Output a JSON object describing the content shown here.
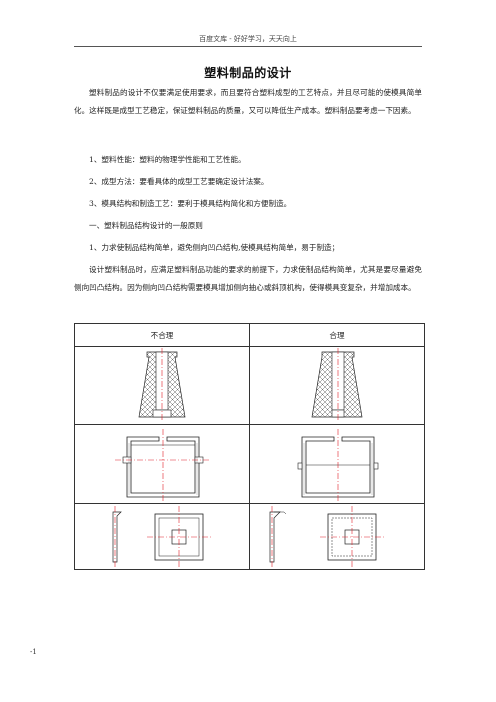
{
  "header": {
    "text": "百度文库 - 好好学习，天天向上"
  },
  "title": "塑料制品的设计",
  "paragraphs": {
    "p1": "塑料制品的设计不仅要满足使用要求，而且要符合塑料成型的工艺特点，并且尽可能的使模具简单化。这样既是成型工艺稳定，保证塑料制品的质量，又可以降低生产成本。塑料制品要考虑一下因素。",
    "p2": "1、塑料性能：塑料的物理学性能和工艺性能。",
    "p3": "2、成型方法：要看具体的成型工艺要确定设计法案。",
    "p4": "3、模具结构和制造工艺：要利于模具结构简化和方便制造。",
    "p5": "一、塑料制品结构设计的一般原则",
    "p6": "1、力求使制品结构简单，避免侧向凹凸结构,使模具结构简单，易于制造；",
    "p7": "设计塑料制品时，应满足塑料制品功能的要求的前提下，力求使制品结构简单，尤其是要尽量避免侧向凹凸结构。因为侧向凹凸结构需要模具增加侧向抽心或斜顶机构，使得模具变复杂，并增加成本。"
  },
  "table": {
    "col_bad": "不合理",
    "col_good": "合理"
  },
  "footer": {
    "page": "-1"
  },
  "colors": {
    "centerline": "#e0202a",
    "hatch": "#333333"
  }
}
